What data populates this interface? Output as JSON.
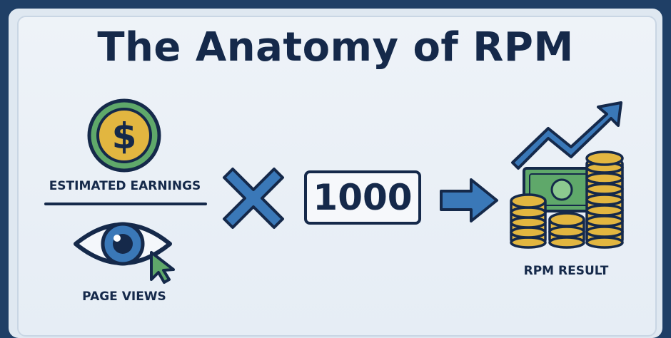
{
  "title": "The Anatomy of RPM",
  "numerator": {
    "label": "ESTIMATED EARNINGS",
    "icon": "dollar-coin-icon"
  },
  "denominator": {
    "label": "PAGE VIEWS",
    "icon": "eye-cursor-icon"
  },
  "operator": {
    "icon": "multiply-icon"
  },
  "multiplier": {
    "value": "1000"
  },
  "result": {
    "label": "RPM RESULT",
    "icon": "money-growth-icon"
  },
  "colors": {
    "navy": "#15294a",
    "blue": "#3a78b8",
    "gold": "#e2b640",
    "green": "#5fa86a"
  }
}
